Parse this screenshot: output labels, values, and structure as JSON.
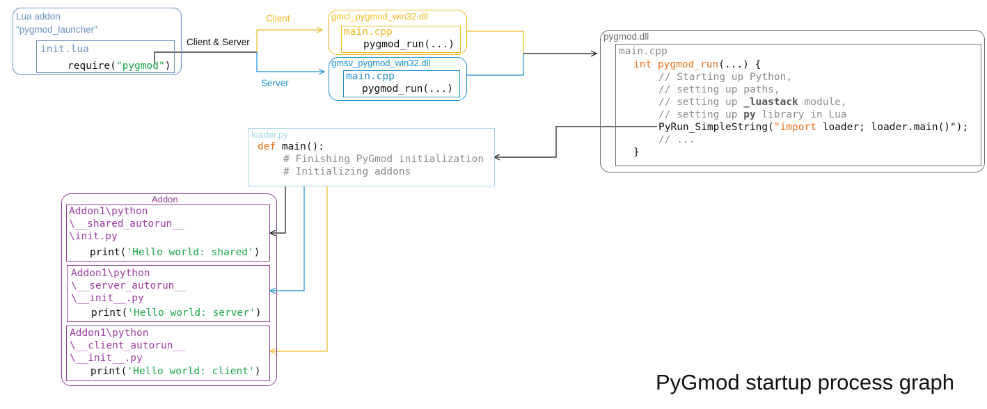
{
  "lua_addon": {
    "title_line1": "Lua addon",
    "title_line2": "\"pygmod_launcher\"",
    "file": "init.lua",
    "call_prefix": "require(",
    "call_arg": "\"pygmod\"",
    "call_suffix": ")"
  },
  "edge_labels": {
    "client_server": "Client & Server",
    "client": "Client",
    "server": "Server"
  },
  "gmcl": {
    "title": "gmcl_pygmod_win32.dll",
    "file": "main.cpp",
    "call": "pygmod_run(...)"
  },
  "gmsv": {
    "title": "gmsv_pygmod_win32.dll",
    "file": "main.cpp",
    "call": "pygmod_run(...)"
  },
  "pygmod_dll": {
    "title": "pygmod.dll",
    "file": "main.cpp",
    "sig_type": "int",
    "sig_name": "pygmod_run",
    "sig_rest": "(...) {",
    "comment1": "// Starting up Python,",
    "comment2": "// setting up paths,",
    "comment3_a": "// setting up ",
    "comment3_b": "_luastack",
    "comment3_c": " module,",
    "comment4_a": "// setting up ",
    "comment4_b": "py",
    "comment4_c": " library in Lua",
    "run_a": "PyRun_SimpleString(",
    "run_b": "\"import",
    "run_c": " loader; loader.main()\");",
    "comment5": "// ...",
    "close": "}"
  },
  "loader": {
    "title": "loader.py",
    "def_kw": "def",
    "def_rest": " main():",
    "comment1": "# Finishing PyGmod initialization",
    "comment2": "# Initializing addons"
  },
  "addon": {
    "title": "Addon",
    "shared": {
      "path1": "Addon1\\python",
      "path2": "\\__shared_autorun__",
      "path3": "\\init.py",
      "print_a": "print(",
      "print_b": "'Hello world: shared'",
      "print_c": ")"
    },
    "server": {
      "path1": "Addon1\\python",
      "path2": "\\__server_autorun__",
      "path3": "\\__init__.py",
      "print_a": "print(",
      "print_b": "'Hello world: server'",
      "print_c": ")"
    },
    "client": {
      "path1": "Addon1\\python",
      "path2": "\\__client_autorun__",
      "path3": "\\__init__.py",
      "print_a": "print(",
      "print_b": "'Hello world: client'",
      "print_c": ")"
    }
  },
  "graph_title": "PyGmod startup process graph",
  "colors": {
    "lua_blue": "#6a8fc2",
    "client_yellow": "#f0b923",
    "server_blue": "#1b8fcf",
    "dll_gray": "#6e6e6e",
    "loader_cyan": "#9fd3e0",
    "addon_purple": "#8e3d92",
    "string_green": "#1aa648",
    "keyword_orange": "#e8741e"
  }
}
